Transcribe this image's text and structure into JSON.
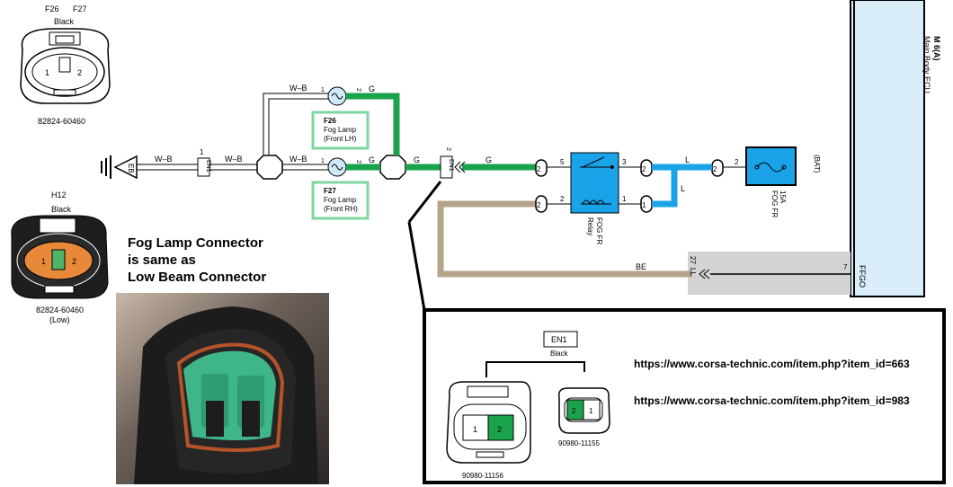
{
  "connectors": {
    "f26_f27": {
      "label_left": "F26",
      "label_right": "F27",
      "color": "Black",
      "pin1": "1",
      "pin2": "2",
      "part": "82824-60460"
    },
    "h12": {
      "label": "H12",
      "color": "Black",
      "pin1": "1",
      "pin2": "2",
      "part": "82824-60460",
      "note": "(Low)"
    }
  },
  "caption": {
    "line1": "Fog Lamp Connector",
    "line2": "is same as",
    "line3": "Low Beam Connector"
  },
  "ecu": {
    "code": "M 6(A)",
    "name": "Main Body ECU",
    "pin": "7",
    "terminal": "FFGO"
  },
  "ground": {
    "label": "EB"
  },
  "wires": {
    "wb1": "W–B",
    "wb2": "W–B",
    "wb3": "W–B",
    "wb4": "W–B",
    "g1": "G",
    "g2": "G",
    "g3": "G",
    "g4": "G",
    "l1": "L",
    "l2": "L",
    "be": "BE"
  },
  "junction": {
    "en1": "EN1",
    "en1_pin_left": "1",
    "en1_pin_right": "2"
  },
  "lamps": {
    "lh": {
      "id": "F26",
      "name": "Fog Lamp",
      "side": "(Front LH)",
      "pin_in": "1",
      "pin_out": "2"
    },
    "rh": {
      "id": "F27",
      "name": "Fog Lamp",
      "side": "(Front RH)",
      "pin_in": "1",
      "pin_out": "2"
    }
  },
  "relay": {
    "name": "FOG FR",
    "sub": "Relay",
    "p5": "5",
    "p3": "3",
    "p2": "2",
    "p1": "1",
    "pins": [
      "2",
      "2",
      "2",
      "1",
      "2"
    ]
  },
  "fuse": {
    "rating": "15A",
    "name": "FOG FR",
    "bat": "(BAT)",
    "pin": "2"
  },
  "ll_pin": "27",
  "ll_label": "LL",
  "inset": {
    "title": "EN1",
    "color": "Black",
    "big_part": "90980-11156",
    "small_part": "90980-11155",
    "big_pins": [
      "1",
      "2"
    ],
    "small_pins": [
      "2",
      "1"
    ],
    "url1": "https://www.corsa-technic.com/item.php?item_id=663",
    "url2": "https://www.corsa-technic.com/item.php?item_id=983"
  },
  "colors": {
    "green": "#1aa34a",
    "blue": "#1aa3e8",
    "tan": "#b5a48c",
    "ecu_fill": "#d8edf7",
    "lamp_box": "#7fd6a0"
  }
}
